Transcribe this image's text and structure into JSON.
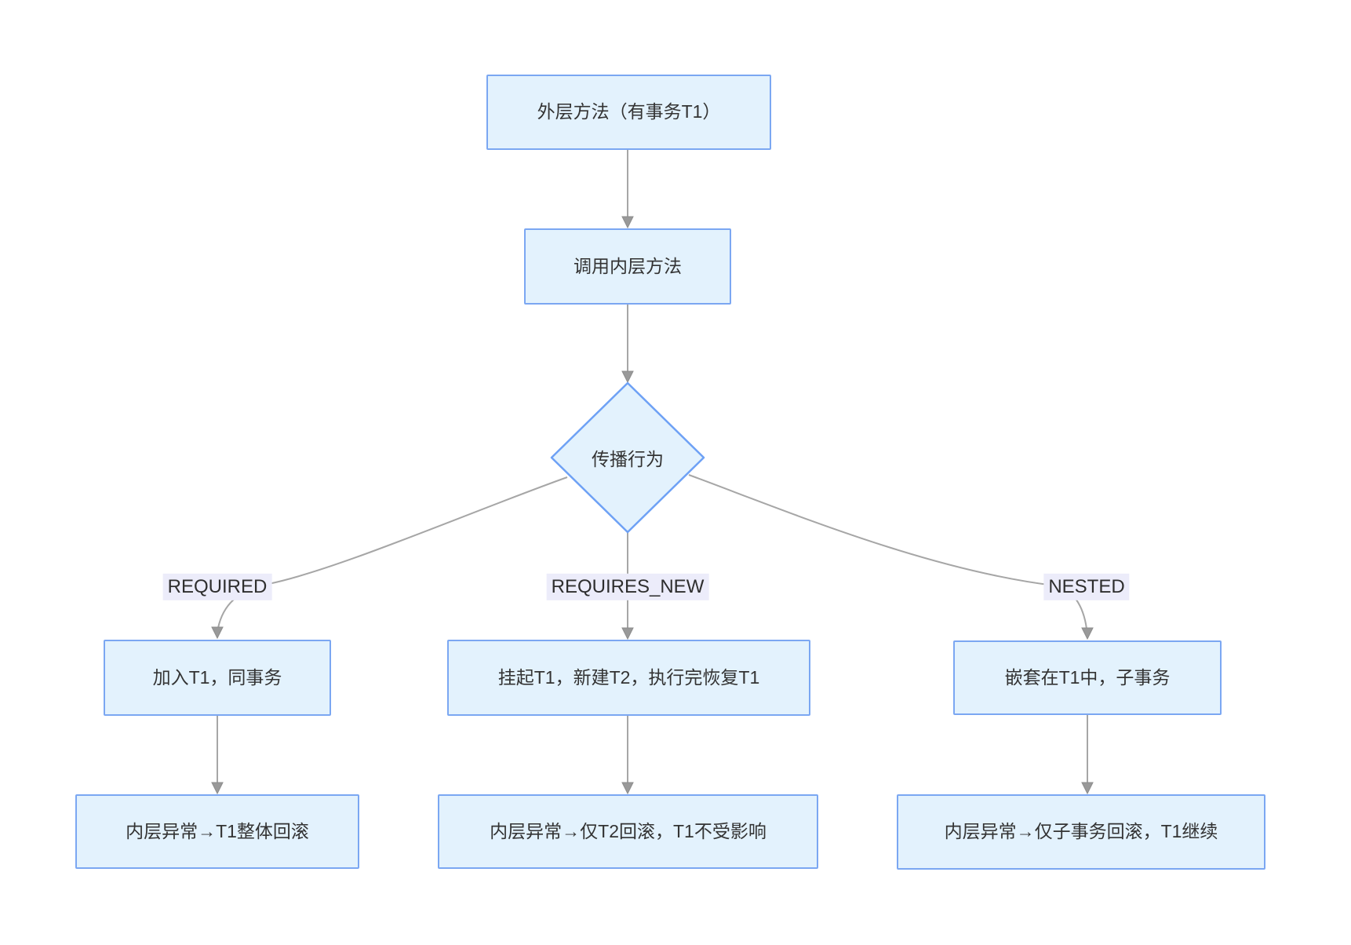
{
  "diagram": {
    "nodes": {
      "outer_method": "外层方法（有事务T1）",
      "call_inner_method": "调用内层方法",
      "decision": "传播行为",
      "required_action": "加入T1，同事务",
      "requires_new_action": "挂起T1，新建T2，执行完恢复T1",
      "nested_action": "嵌套在T1中，子事务",
      "required_result": "内层异常→T1整体回滚",
      "requires_new_result": "内层异常→仅T2回滚，T1不受影响",
      "nested_result": "内层异常→仅子事务回滚，T1继续"
    },
    "edge_labels": {
      "required": "REQUIRED",
      "requires_new": "REQUIRES_NEW",
      "nested": "NESTED"
    },
    "colors": {
      "node_fill": "#e3f2fd",
      "node_border": "#7ba7f2",
      "edge_line": "#a6a6a6",
      "arrowhead_fill": "#999999",
      "edge_label_bg": "#ececfa",
      "text": "#333333"
    }
  }
}
